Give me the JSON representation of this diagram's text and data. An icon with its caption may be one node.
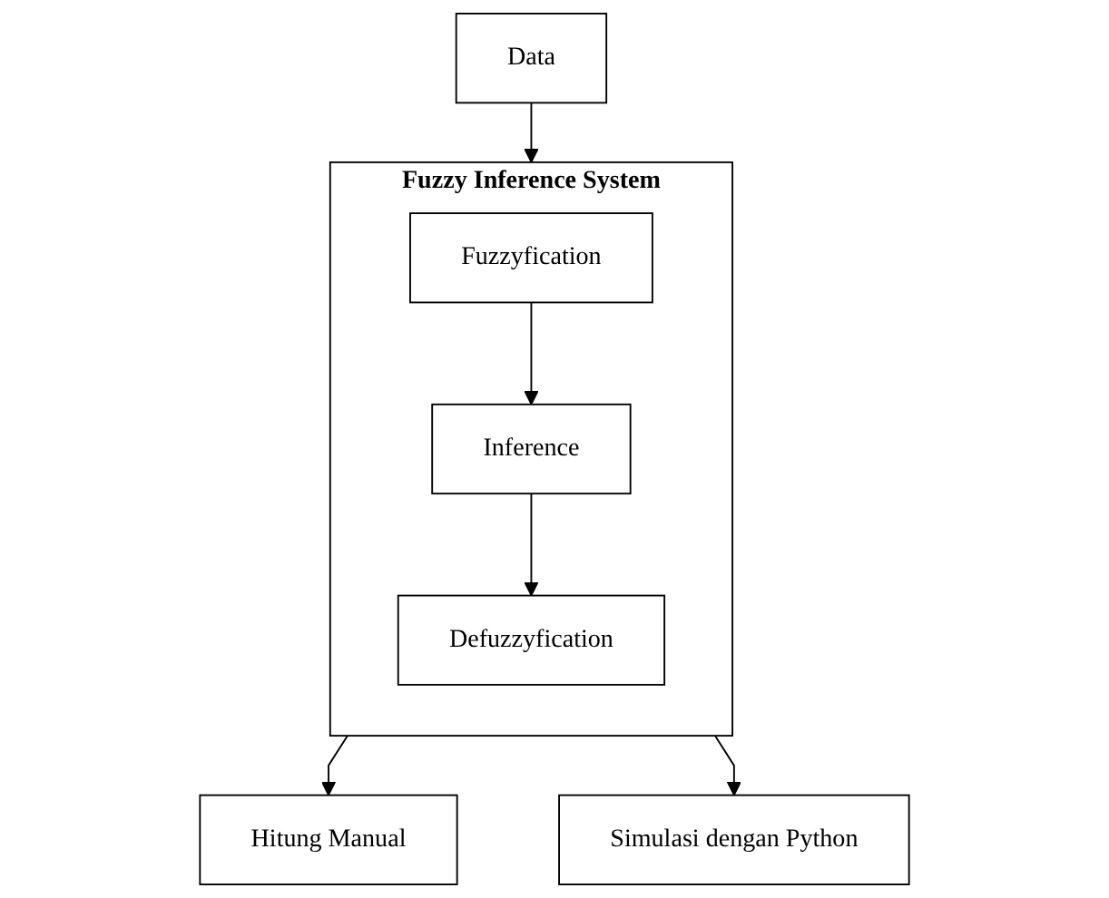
{
  "diagram": {
    "nodes": [
      {
        "text": [
          "Data"
        ]
      },
      {
        "text": [
          "Fuzzy Inference System"
        ]
      },
      {
        "text": [
          "Fuzzyfication"
        ],
        "in": 1
      },
      {
        "text": [
          "Inference"
        ],
        "in": 1
      },
      {
        "text": [
          "Defuzzyfication"
        ],
        "in": 1
      },
      {
        "text": [
          "Hitung Manual"
        ]
      },
      {
        "text": [
          "Simulasi dengan Python"
        ]
      }
    ],
    "edges": [
      {
        "from": 0,
        "to": 1,
        "arrow": "to"
      },
      {
        "from": 2,
        "to": 3,
        "arrow": "to"
      },
      {
        "from": 3,
        "to": 4,
        "arrow": "to"
      },
      {
        "from": 1,
        "to": 5,
        "arrow": "to"
      },
      {
        "from": 1,
        "to": 6,
        "arrow": "to"
      }
    ]
  }
}
